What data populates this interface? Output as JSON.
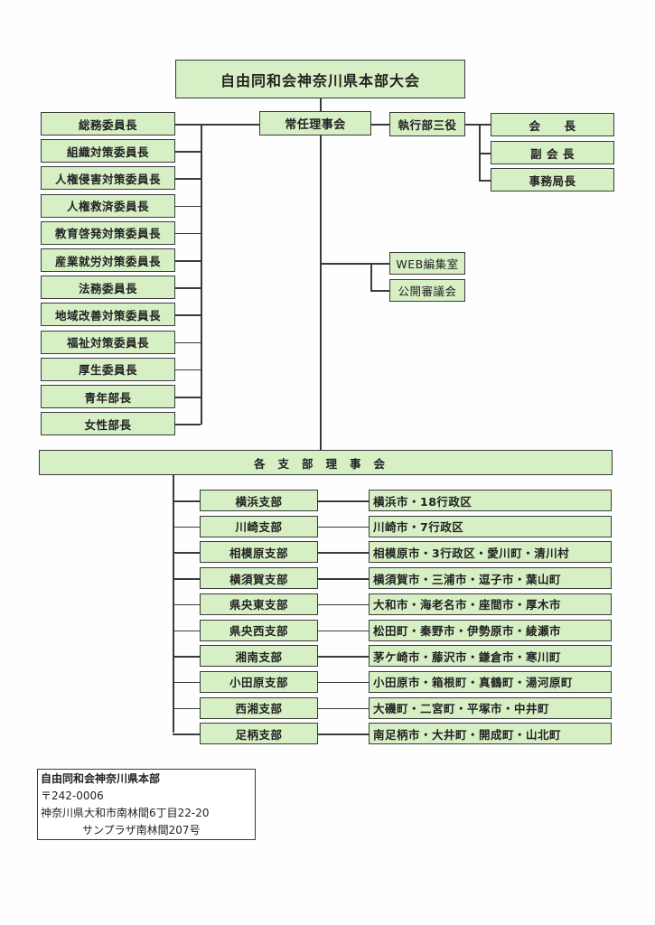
{
  "title": "自由同和会神奈川県本部大会",
  "standing_board": "常任理事会",
  "executive": {
    "label": "執行部三役",
    "members": [
      "会　　長",
      "副 会 長",
      "事務局長"
    ]
  },
  "committees": [
    "総務委員長",
    "組織対策委員長",
    "人権侵害対策委員長",
    "人権救済委員長",
    "教育啓発対策委員長",
    "産業就労対策委員長",
    "法務委員長",
    "地域改善対策委員長",
    "福祉対策委員長",
    "厚生委員長",
    "青年部長",
    "女性部長"
  ],
  "offices": [
    "WEB編集室",
    "公開審議会"
  ],
  "branch_board": "各支部理事会",
  "branches": [
    {
      "name": "横浜支部",
      "area": "横浜市・18行政区"
    },
    {
      "name": "川崎支部",
      "area": "川崎市・7行政区"
    },
    {
      "name": "相模原支部",
      "area": "相模原市・3行政区・愛川町・清川村"
    },
    {
      "name": "横須賀支部",
      "area": "横須賀市・三浦市・逗子市・葉山町"
    },
    {
      "name": "県央東支部",
      "area": "大和市・海老名市・座間市・厚木市"
    },
    {
      "name": "県央西支部",
      "area": "松田町・秦野市・伊勢原市・綾瀬市"
    },
    {
      "name": "湘南支部",
      "area": "茅ケ崎市・藤沢市・鎌倉市・寒川町"
    },
    {
      "name": "小田原支部",
      "area": "小田原市・箱根町・真鶴町・湯河原町"
    },
    {
      "name": "西湘支部",
      "area": "大磯町・二宮町・平塚市・中井町"
    },
    {
      "name": "足柄支部",
      "area": "南足柄市・大井町・開成町・山北町"
    }
  ],
  "address": {
    "org": "自由同和会神奈川県本部",
    "postal": "〒242-0006",
    "line1": "神奈川県大和市南林間6丁目22-20",
    "line2": "サンプラザ南林間207号"
  }
}
